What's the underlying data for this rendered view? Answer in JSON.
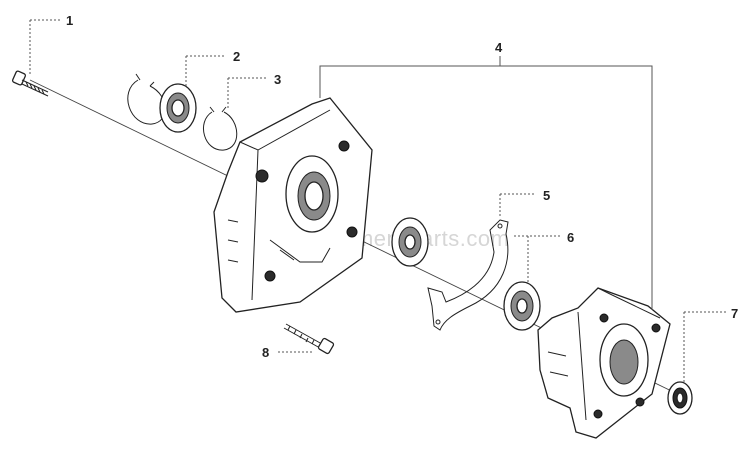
{
  "diagram": {
    "watermark": "eReplacementParts.com",
    "callouts": [
      {
        "id": "1",
        "label": "1"
      },
      {
        "id": "2",
        "label": "2"
      },
      {
        "id": "3",
        "label": "3"
      },
      {
        "id": "4",
        "label": "4"
      },
      {
        "id": "5",
        "label": "5"
      },
      {
        "id": "6",
        "label": "6"
      },
      {
        "id": "7",
        "label": "7"
      },
      {
        "id": "8",
        "label": "8"
      }
    ]
  }
}
